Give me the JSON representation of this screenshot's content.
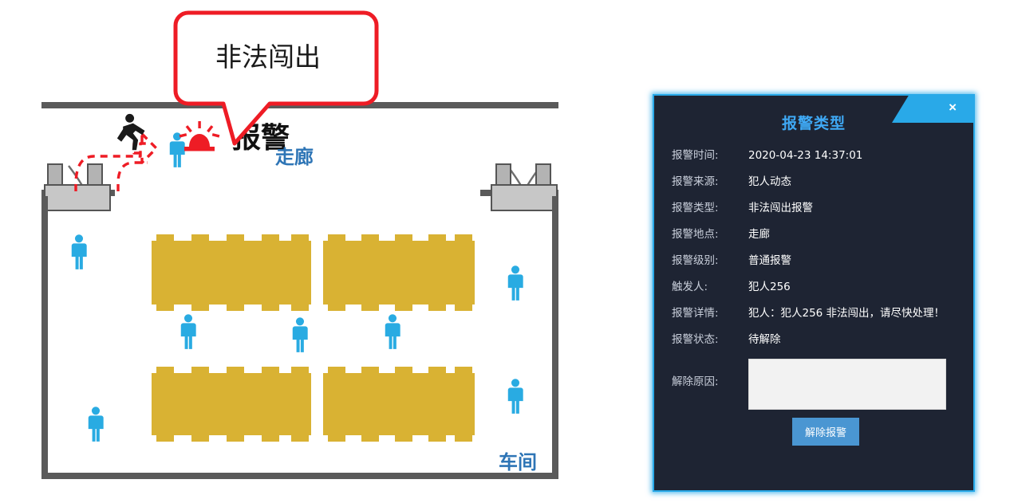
{
  "diagram": {
    "callout_text": "非法闯出",
    "alarm_label": "报警",
    "corridor_label": "走廊",
    "workshop_label": "车间",
    "icons": {
      "running_person": "running-person-icon",
      "alarm_beacon": "alarm-beacon-icon",
      "person": "person-icon",
      "gate": "gate-icon",
      "escape_path": "dashed-escape-path-arrow"
    },
    "colors": {
      "callout_border": "#ee1c25",
      "alarm_red": "#ee1c25",
      "person_blue": "#29abe2",
      "bench_yellow": "#d9b233",
      "wall_gray": "#5a5a5a",
      "label_blue": "#2e75b6"
    },
    "counts": {
      "corridor_persons": 1,
      "workshop_persons": 7,
      "benches": 4
    }
  },
  "dialog": {
    "title": "报警类型",
    "close_label": "×",
    "fields": [
      {
        "label": "报警时间:",
        "value": "2020-04-23 14:37:01"
      },
      {
        "label": "报警来源:",
        "value": "犯人动态"
      },
      {
        "label": "报警类型:",
        "value": "非法闯出报警"
      },
      {
        "label": "报警地点:",
        "value": "走廊"
      },
      {
        "label": "报警级别:",
        "value": "普通报警"
      },
      {
        "label": "触发人:",
        "value": "犯人256"
      },
      {
        "label": "报警详情:",
        "value": "犯人：犯人256 非法闯出，请尽快处理！"
      },
      {
        "label": "报警状态:",
        "value": "待解除"
      }
    ],
    "reason": {
      "label": "解除原因:",
      "value": "",
      "placeholder": ""
    },
    "dismiss_button": "解除报警",
    "colors": {
      "panel_bg": "#1e2433",
      "border_glow": "#29a9e8",
      "title_blue": "#3fa9f5",
      "button_blue": "#4a96d2"
    }
  }
}
